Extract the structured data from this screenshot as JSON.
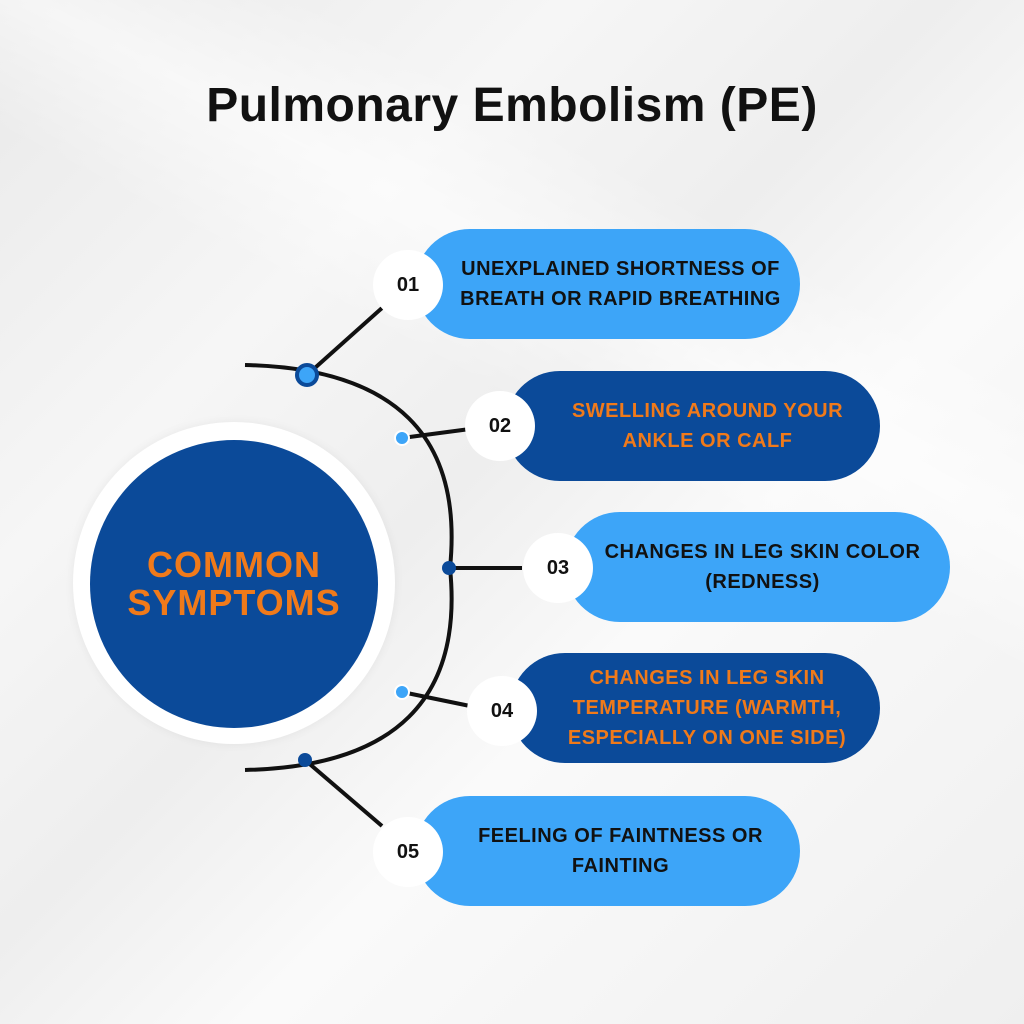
{
  "title": "Pulmonary Embolism (PE)",
  "center": {
    "label": "COMMON SYMPTOMS",
    "color": "#F07A1A",
    "fill": "#0B4A99"
  },
  "colors": {
    "light_blue": "#3DA5F8",
    "dark_blue": "#0B4A99",
    "orange": "#F07A1A",
    "text_dark": "#111111",
    "connector": "#111111"
  },
  "items": [
    {
      "number": "01",
      "text": "UNEXPLAINED SHORTNESS OF BREATH OR RAPID BREATHING",
      "style": "light"
    },
    {
      "number": "02",
      "text": "SWELLING AROUND YOUR ANKLE OR CALF",
      "style": "dark"
    },
    {
      "number": "03",
      "text": "CHANGES IN LEG SKIN COLOR (REDNESS)",
      "style": "light"
    },
    {
      "number": "04",
      "text": "CHANGES IN LEG SKIN TEMPERATURE (WARMTH, ESPECIALLY ON ONE SIDE)",
      "style": "dark"
    },
    {
      "number": "05",
      "text": "FEELING OF FAINTNESS OR FAINTING",
      "style": "light"
    }
  ]
}
